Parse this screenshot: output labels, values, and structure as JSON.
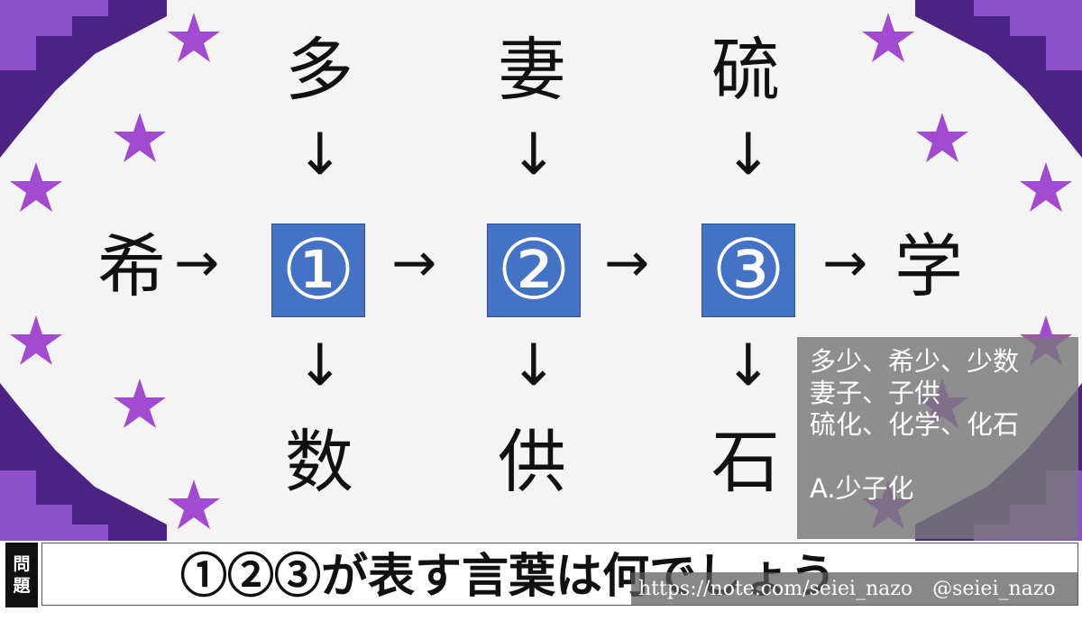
{
  "colors": {
    "background": "#f4f4f4",
    "box_fill": "#4472c4",
    "star": "#a24bd0",
    "frame_dark": "#3a1e6e",
    "frame_light": "#8c52c8",
    "panel": "#787878"
  },
  "puzzle": {
    "top": [
      "多",
      "妻",
      "硫"
    ],
    "bottom": [
      "数",
      "供",
      "石"
    ],
    "left": "希",
    "right": "学",
    "boxes": [
      "①",
      "②",
      "③"
    ],
    "arrow_down": "↓",
    "arrow_right": "→"
  },
  "answer": {
    "lines": [
      "多少、希少、少数",
      "妻子、子供",
      "硫化、化学、化石"
    ],
    "final": "A.少子化"
  },
  "footer": {
    "tag_top": "問",
    "tag_bottom": "題",
    "question": "①②③が表す言葉は何でしょう",
    "credit": "https://note.com/seiei_nazo　@seiei_nazo"
  }
}
